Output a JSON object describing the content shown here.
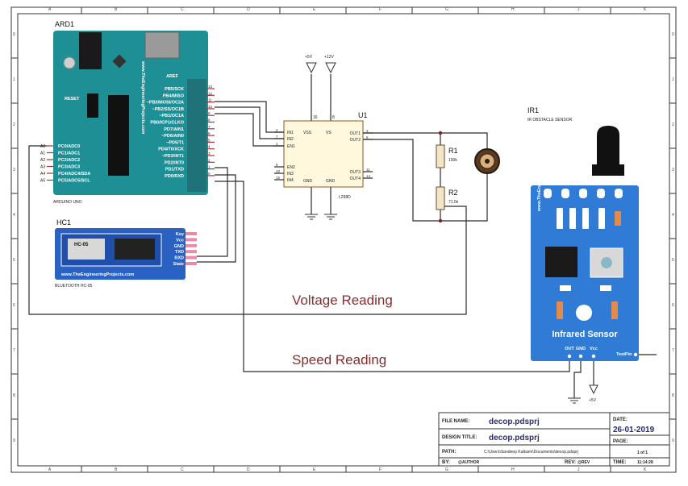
{
  "frame": {
    "col_labels": [
      "A",
      "B",
      "C",
      "D",
      "E",
      "F",
      "G",
      "H",
      "J",
      "K"
    ],
    "row_labels": [
      "0",
      "1",
      "2",
      "3",
      "4",
      "5",
      "6",
      "7",
      "8",
      "9"
    ]
  },
  "arduino": {
    "ref": "ARD1",
    "caption": "ARDUINO UNO",
    "brand": "www.TheEngineeringProjects.com",
    "digital_pins": [
      "13",
      "12",
      "11",
      "10",
      "9",
      "8",
      "7",
      "6",
      "5",
      "4",
      "3",
      "2",
      "1",
      "0"
    ],
    "digital_labels": [
      "PB5/SCK",
      "PB4/MISO",
      "~PB3/MOSI/OC2A",
      "~PB2/SS/OC1B",
      "~PB1/OC1A",
      "PB0/ICP1/CLKO",
      "PD7/AIN1",
      "~PD6/AIN0",
      "~PD5/T1",
      "PD4/T0/XCK",
      "~PD3/INT1",
      "PD2/INT0",
      "PD1/TXD",
      "PD0/RXD"
    ],
    "analog_pins": [
      "A0",
      "A1",
      "A2",
      "A3",
      "A4",
      "A5"
    ],
    "analog_labels": [
      "PC0/ADC0",
      "PC1/ADC1",
      "PC2/ADC2",
      "PC3/ADC3",
      "PC4/ADC4/SDA",
      "PC5/ADC5/SCL"
    ],
    "aref": "AREF",
    "reset": "RESET"
  },
  "driver": {
    "ref": "U1",
    "part": "L298D",
    "supply_5v": "+5V",
    "supply_12v": "+12V",
    "pins_left": [
      "IN1",
      "IN2",
      "EN1",
      "EN2",
      "IN3",
      "IN4"
    ],
    "pins_left_num": [
      "2",
      "7",
      "1",
      "9",
      "10",
      "15"
    ],
    "pins_right": [
      "OUT1",
      "OUT2",
      "OUT3",
      "OUT4"
    ],
    "pins_right_num": [
      "3",
      "6",
      "11",
      "14"
    ],
    "vss": "VSS",
    "vs": "VS",
    "vss_num": "16",
    "vs_num": "8",
    "gnd": "GND"
  },
  "r1": {
    "ref": "R1",
    "value": "100k"
  },
  "r2": {
    "ref": "R2",
    "value": "71.5k"
  },
  "ir": {
    "ref": "IR1",
    "caption": "IR OBSTACLE SENSOR",
    "brand": "www.TheEngineeringProjects.com",
    "title": "Infrared Sensor",
    "pins": [
      "OUT",
      "GND",
      "Vcc"
    ],
    "test_pin": "TestPin",
    "supply": "+5V"
  },
  "bt": {
    "ref": "HC1",
    "caption": "BLUETOOTH HC-05",
    "module": "HC-05",
    "brand": "www.TheEngineeringProjects.com",
    "pins": [
      "Key",
      "Vcc",
      "GND",
      "TXD",
      "RXD",
      "State"
    ]
  },
  "annotations": {
    "voltage": "Voltage Reading",
    "speed": "Speed Reading"
  },
  "title_block": {
    "file_name_label": "FILE NAME:",
    "file_name": "decop.pdsprj",
    "design_title_label": "DESIGN TITLE:",
    "design_title": "decop.pdsprj",
    "path_label": "PATH:",
    "path": "C:\\Users\\Sandeep Kulkarni\\Documents\\decop.pdsprj",
    "by_label": "BY:",
    "by": "@AUTHOR",
    "rev_label": "REV:",
    "rev": "@REV",
    "date_label": "DATE:",
    "date": "26-01-2019",
    "page_label": "PAGE:",
    "page": "1 of 1",
    "time_label": "TIME:",
    "time": "11:14:28"
  },
  "colors": {
    "arduino": "#1f8f96",
    "bt": "#2a62c4",
    "ir": "#2f7bd6",
    "annotation": "#8a2b2b"
  }
}
